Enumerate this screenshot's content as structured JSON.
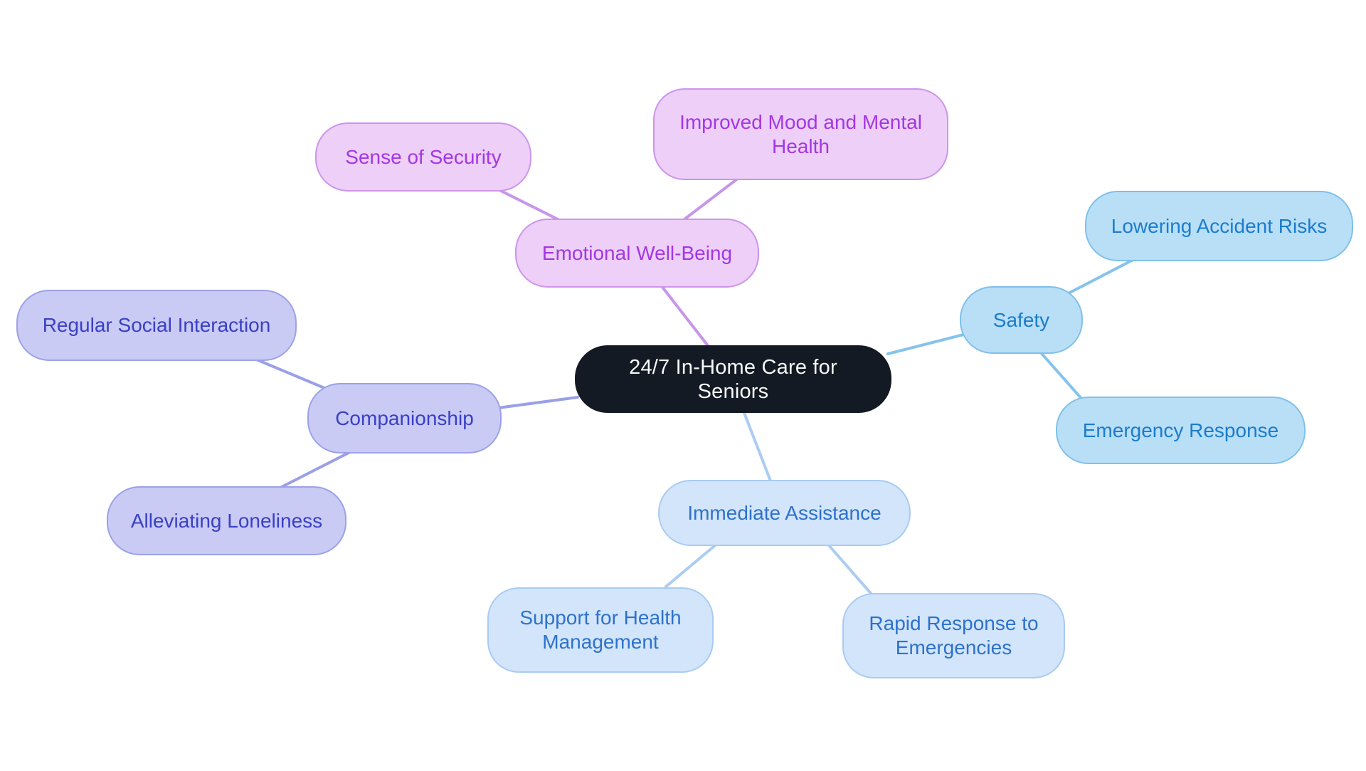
{
  "canvas": {
    "background": "#ffffff"
  },
  "mindmap": {
    "central": {
      "label": "24/7 In-Home Care for Seniors",
      "bg": "#131a23",
      "text_color": "#f8f9fa"
    },
    "branches": [
      {
        "id": "emotional-well-being",
        "label": "Emotional Well-Being",
        "fill": "#edcff8",
        "border": "#cd94eb",
        "text_color": "#a337e2",
        "edge_color": "#c795ea",
        "children": [
          {
            "label": "Sense of Security"
          },
          {
            "label": "Improved Mood and Mental Health"
          }
        ]
      },
      {
        "id": "safety",
        "label": "Safety",
        "fill": "#b9dff7",
        "border": "#7fc0ea",
        "text_color": "#1b7ccd",
        "edge_color": "#85c3ec",
        "children": [
          {
            "label": "Lowering Accident Risks"
          },
          {
            "label": "Emergency Response"
          }
        ]
      },
      {
        "id": "companionship",
        "label": "Companionship",
        "fill": "#c9cbf4",
        "border": "#9ba1e7",
        "text_color": "#3a3fc6",
        "edge_color": "#9aa0e6",
        "children": [
          {
            "label": "Regular Social Interaction"
          },
          {
            "label": "Alleviating Loneliness"
          }
        ]
      },
      {
        "id": "immediate-assistance",
        "label": "Immediate Assistance",
        "fill": "#d3e5fa",
        "border": "#a9cbf2",
        "text_color": "#2d72cb",
        "edge_color": "#abcdf3",
        "children": [
          {
            "label": "Support for Health Management"
          },
          {
            "label": "Rapid Response to Emergencies"
          }
        ]
      }
    ]
  }
}
